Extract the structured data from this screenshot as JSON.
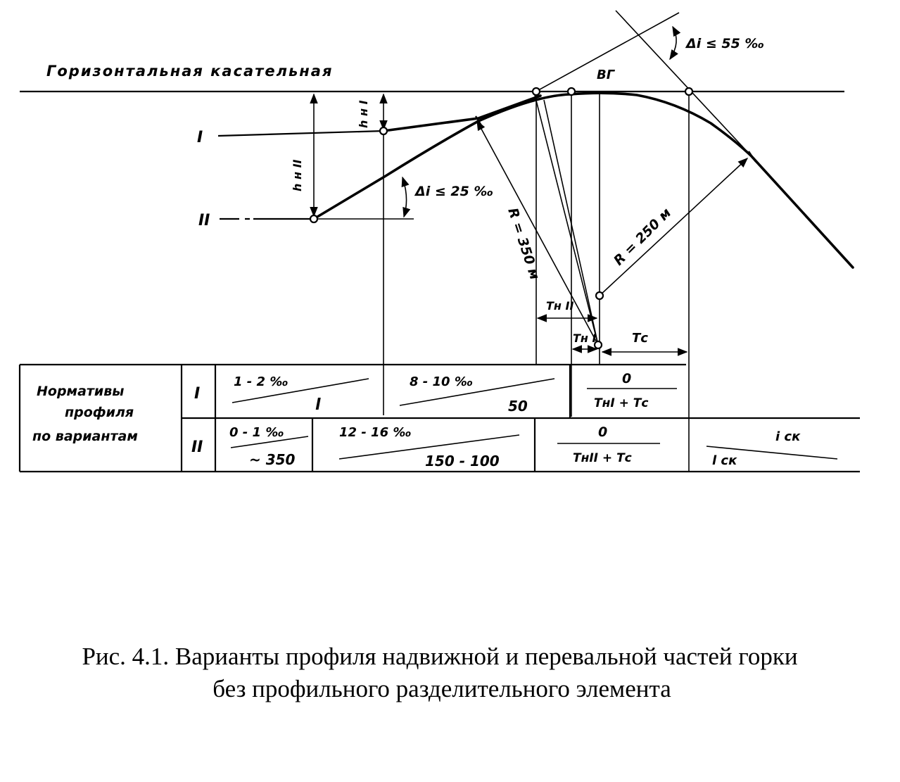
{
  "diagram": {
    "horizontal_tangent_label": "Горизонтальная касательная",
    "vg_label": "ВГ",
    "variant_I_label": "I",
    "variant_II_label": "II",
    "h_n1_label": "h н I",
    "h_n2_label": "h н II",
    "slope_diff_25": "Δi ≤ 25 ‰",
    "slope_diff_55": "Δi ≤ 55 ‰",
    "radius_350": "R = 350 м",
    "radius_250": "R = 250 м",
    "T_n2_label": "Tн II",
    "T_n1_label": "Tн I",
    "T_c_label": "Tс"
  },
  "table": {
    "header": "Нормативы профиля по вариантам",
    "header_lines": [
      "Нормативы",
      "профиля",
      "по вариантам"
    ],
    "row_I": {
      "variant": "I",
      "seg1_grade": "1 - 2 ‰",
      "seg1_length": "l",
      "seg2_grade": "8 - 10 ‰",
      "seg2_length": "50",
      "seg3_grade": "0",
      "seg3_length": "TнI + Tс"
    },
    "row_II": {
      "variant": "II",
      "seg1_grade": "0 - 1 ‰",
      "seg1_length": "~ 350",
      "seg2_grade": "12 - 16 ‰",
      "seg2_length": "150 - 100",
      "seg3_grade": "0",
      "seg3_length": "TнII + Tс",
      "seg4_grade": "i ск",
      "seg4_length": "l ск"
    }
  },
  "caption": {
    "line1": "Рис. 4.1. Варианты профиля надвижной и перевальной частей горки",
    "line2": "без профильного разделительного элемента"
  }
}
